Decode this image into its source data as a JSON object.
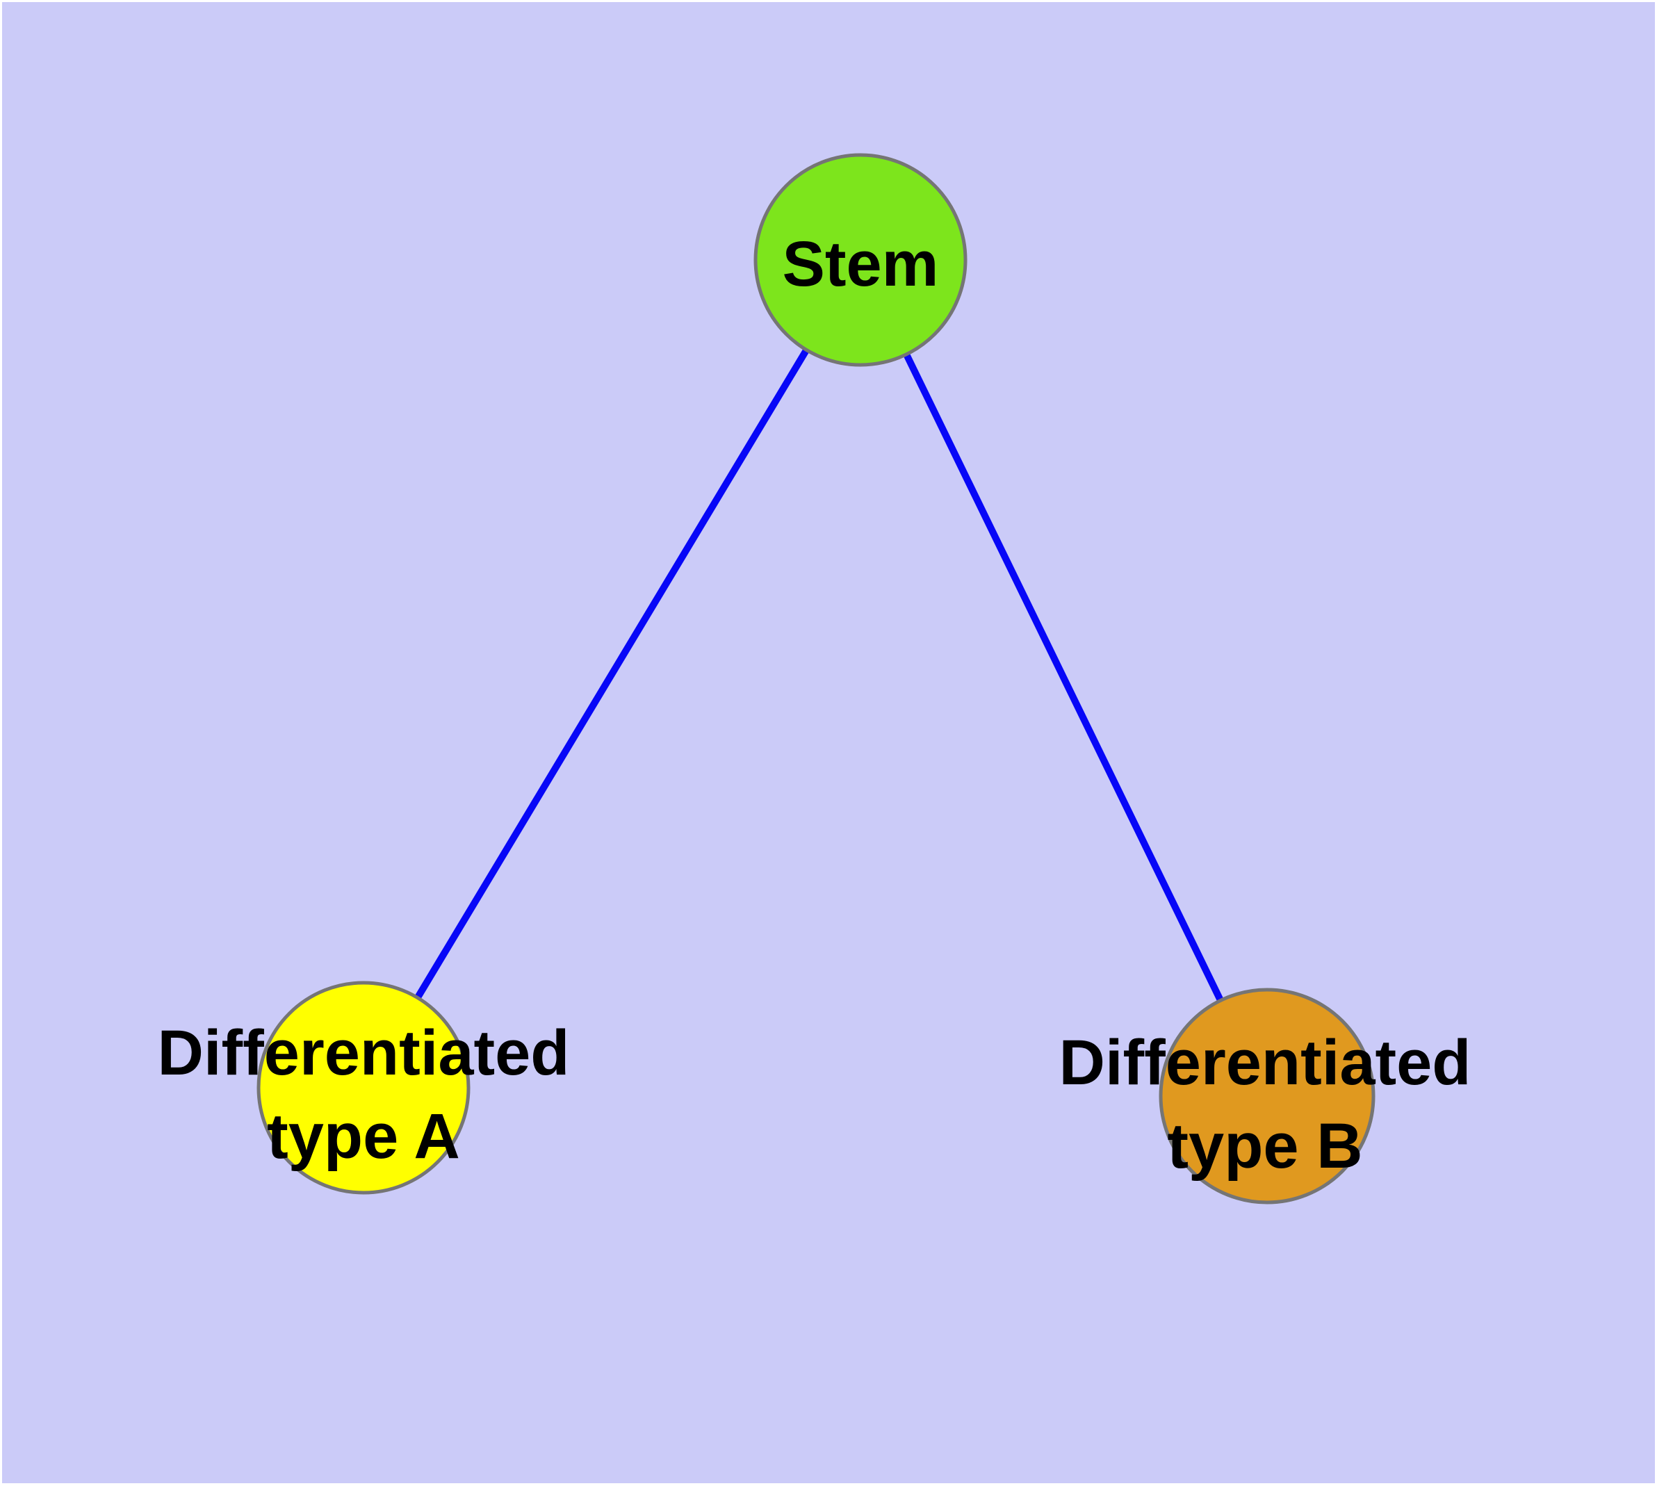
{
  "diagram": {
    "type": "node-link-graph",
    "background_color": "#CBCBF8",
    "frame_color": "#FFFFFF",
    "node_border_color": "#757575",
    "edge_color": "#0707F7",
    "label_color": "#000000",
    "nodes": [
      {
        "id": "stem",
        "label": "Stem",
        "fill_color": "#7DE51C"
      },
      {
        "id": "type-a",
        "label": "Differentiated\ntype A",
        "fill_color": "#FFFF00"
      },
      {
        "id": "type-b",
        "label": "Differentiated\ntype B",
        "fill_color": "#E0991F"
      }
    ],
    "edges": [
      {
        "from": "Stem",
        "to": "Differentiated type A"
      },
      {
        "from": "Stem",
        "to": "Differentiated type B"
      }
    ]
  }
}
